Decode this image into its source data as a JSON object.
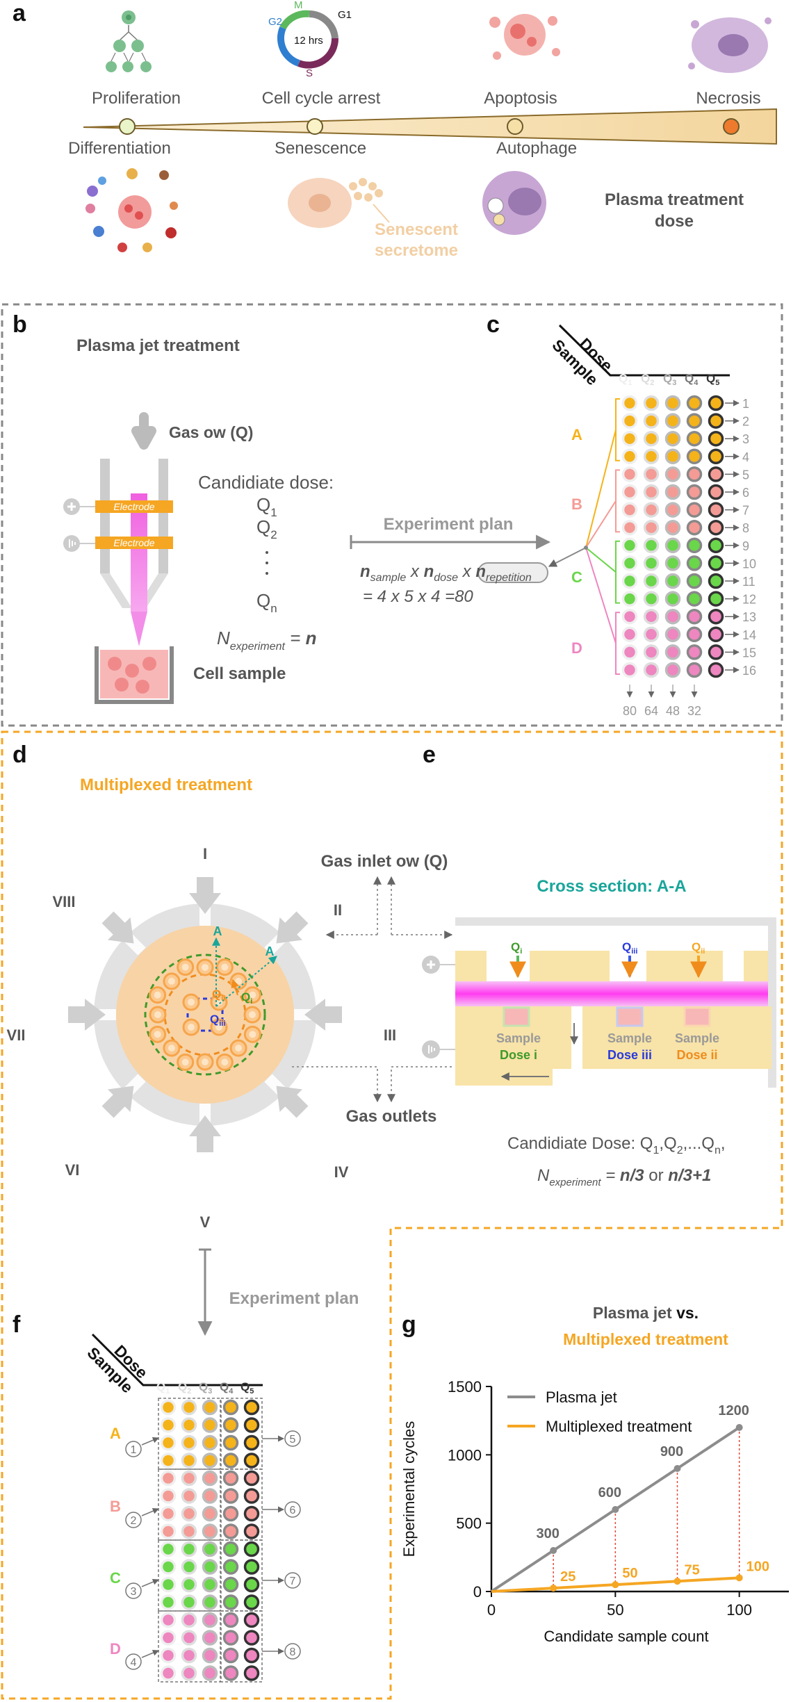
{
  "panels": {
    "a": "a",
    "b": "b",
    "c": "c",
    "d": "d",
    "e": "e",
    "f": "f",
    "g": "g"
  },
  "panel_a": {
    "top_labels": [
      "Proliferation",
      "Cell cycle arrest",
      "Apoptosis",
      "Necrosis"
    ],
    "bottom_labels": [
      "Differentiation",
      "Senescence",
      "Autophage"
    ],
    "cycle": {
      "g1": "G1",
      "g2": "G2",
      "m": "M",
      "s": "S",
      "center": "12 hrs"
    },
    "secretome": [
      "Senescent",
      "secretome"
    ],
    "dose": [
      "Plasma treatment",
      "dose"
    ],
    "colors": {
      "wedge": "#f5deb0",
      "secretome": "#f2cfa4"
    }
  },
  "panel_b": {
    "title": "Plasma jet treatment",
    "gas_flow": "Gas   ow (Q)",
    "electrode": "Electrode",
    "dose_heading": "Candidiate dose:",
    "q1": "Q",
    "q1_sub": "1",
    "q2": "Q",
    "q2_sub": "2",
    "qn": "Q",
    "qn_sub": "n",
    "n_exp_N": "N",
    "n_exp_sub": "experiment",
    "n_exp_eq": " = ",
    "n_exp_val": "n",
    "cell_sample": "Cell sample",
    "exp_plan": "Experiment plan",
    "formula1": {
      "n": "n",
      "sample": "sample",
      "x": " x ",
      "dose": "dose",
      "rep": "repetition"
    },
    "formula2": "= 4 x 5 x 4 =80"
  },
  "panel_c": {
    "dose_label": "Dose",
    "sample_label": "Sample",
    "q_headers": [
      {
        "q": "Q",
        "sub": "1"
      },
      {
        "q": "Q",
        "sub": "2"
      },
      {
        "q": "Q",
        "sub": "3"
      },
      {
        "q": "Q",
        "sub": "4"
      },
      {
        "q": "Q",
        "sub": "5"
      }
    ],
    "samples": [
      "A",
      "B",
      "C",
      "D"
    ],
    "row_numbers": [
      "1",
      "2",
      "3",
      "4",
      "5",
      "6",
      "7",
      "8",
      "9",
      "10",
      "11",
      "12",
      "13",
      "14",
      "15",
      "16"
    ],
    "column_counts": [
      "80",
      "64",
      "48",
      "32"
    ],
    "colors": {
      "A": "#f5b31a",
      "B": "#f49b96",
      "C": "#6ad64a",
      "D": "#ee86c0"
    }
  },
  "panel_d": {
    "title": "Multiplexed treatment",
    "inlets": [
      "I",
      "II",
      "III",
      "IV",
      "V",
      "VI",
      "VII",
      "VIII"
    ],
    "a_label": "A",
    "q_i": "Q",
    "q_i_sub": "i",
    "q_ii": "Q",
    "q_ii_sub": "ii",
    "q_iii": "Q",
    "q_iii_sub": "iii",
    "gas_inlet": "Gas inlet   ow (Q)",
    "gas_outlets": "Gas outlets",
    "exp_plan": "Experiment plan"
  },
  "panel_e": {
    "title": "Cross section: A-A",
    "q_i": "Q",
    "q_i_sub": "i",
    "q_iii": "Q",
    "q_iii_sub": "iii",
    "q_ii": "Q",
    "q_ii_sub": "ii",
    "sample": "Sample",
    "doses": [
      "Dose i",
      "Dose iii",
      "Dose ii"
    ],
    "candidate": {
      "text": "Candidiate Dose: Q",
      "s1": "1",
      "c1": ",Q",
      "s2": "2",
      "c2": ",...Q",
      "sn": "n",
      "end": ","
    },
    "n_exp": {
      "N": "N",
      "sub": "experiment",
      "eq": " = ",
      "v1": "n/3",
      "or": " or ",
      "v2": "n/3+1"
    }
  },
  "panel_f": {
    "dose_label": "Dose",
    "sample_label": "Sample",
    "q_headers": [
      {
        "q": "Q",
        "sub": "1"
      },
      {
        "q": "Q",
        "sub": "2"
      },
      {
        "q": "Q",
        "sub": "3"
      },
      {
        "q": "Q",
        "sub": "4"
      },
      {
        "q": "Q",
        "sub": "5"
      }
    ],
    "samples": [
      "A",
      "B",
      "C",
      "D"
    ],
    "left_nums": [
      "1",
      "2",
      "3",
      "4"
    ],
    "right_nums": [
      "5",
      "6",
      "7",
      "8"
    ]
  },
  "panel_g": {
    "title_1": "Plasma jet",
    "title_vs": " vs.",
    "title_2": "Multiplexed treatment"
  },
  "chart_data": {
    "type": "line",
    "xlabel": "Candidate sample count",
    "ylabel": "Experimental cycles",
    "xlim": [
      0,
      120
    ],
    "ylim": [
      0,
      1500
    ],
    "x_ticks": [
      "0",
      "50",
      "100"
    ],
    "y_ticks": [
      "0",
      "500",
      "1000",
      "1500"
    ],
    "legend": "top-left",
    "series": [
      {
        "name": "Plasma jet",
        "color": "#8c8c8c",
        "x": [
          0,
          25,
          50,
          75,
          100
        ],
        "y": [
          0,
          300,
          600,
          900,
          1200
        ],
        "point_labels": [
          "300",
          "600",
          "900",
          "1200"
        ]
      },
      {
        "name": "Multiplexed treatment",
        "color": "#f5a623",
        "x": [
          0,
          25,
          50,
          75,
          100
        ],
        "y": [
          0,
          25,
          50,
          75,
          100
        ],
        "point_labels": [
          "25",
          "50",
          "75",
          "100"
        ]
      }
    ]
  }
}
